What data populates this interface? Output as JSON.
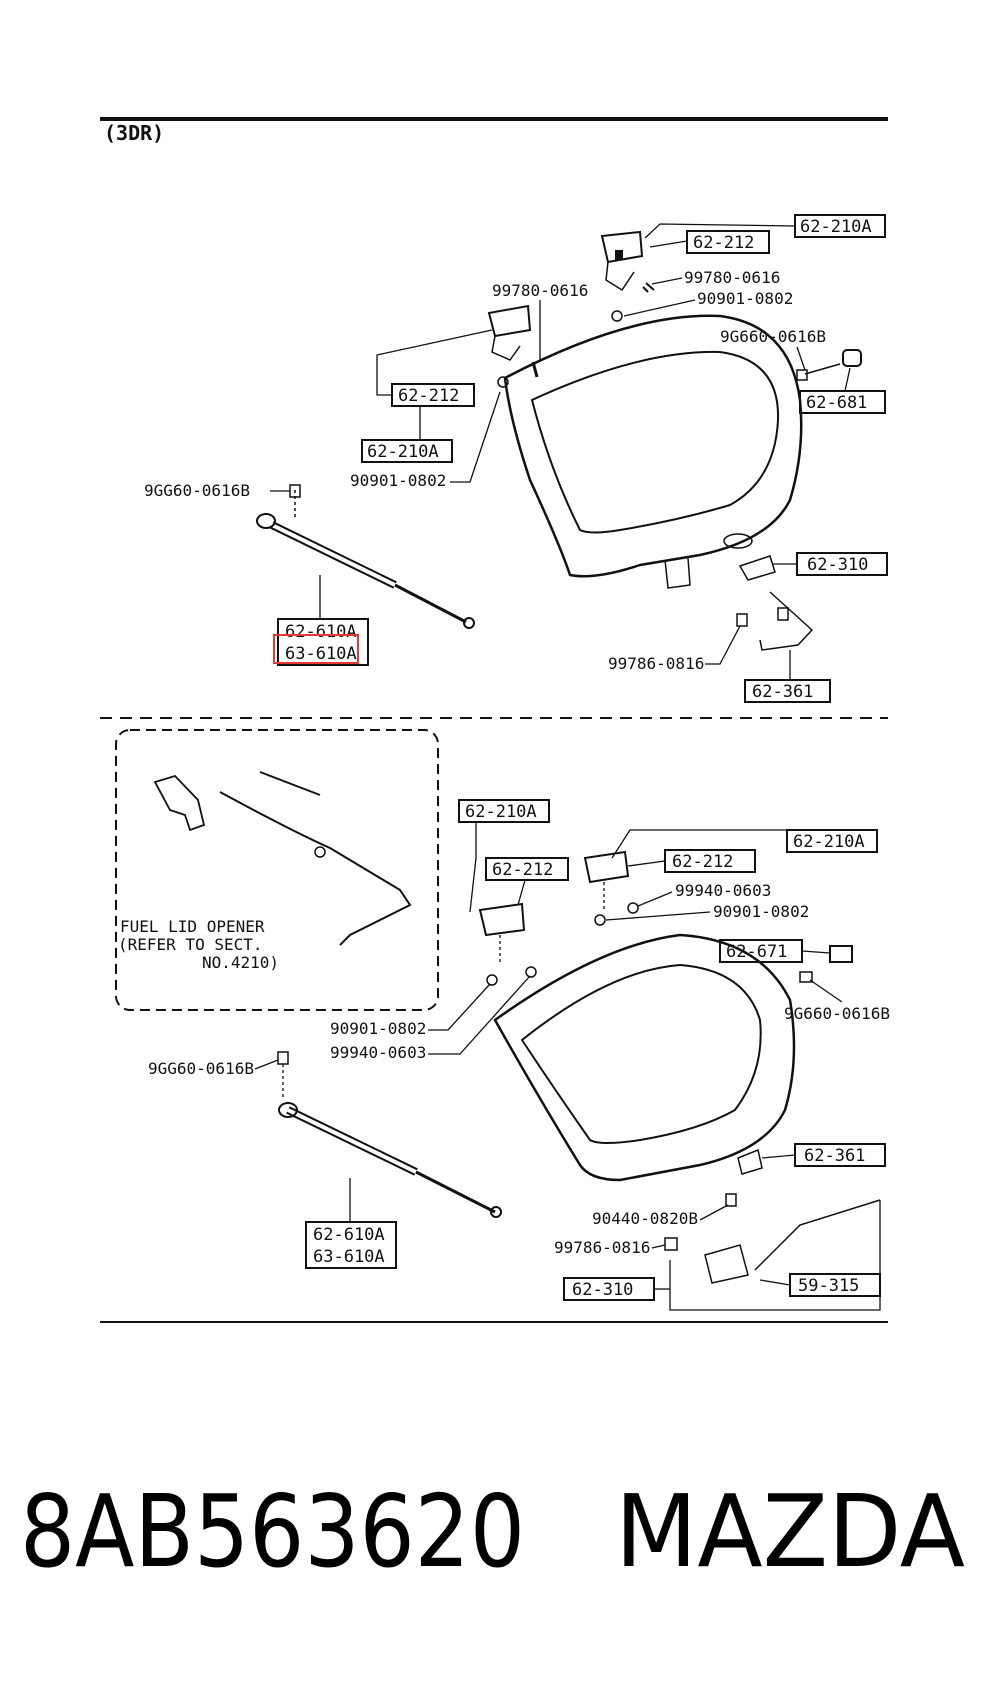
{
  "header": {
    "title": "(3DR)"
  },
  "top": {
    "labels": {
      "hinge_r_group": "62-210A",
      "hinge_r": "62-212",
      "bolt_r": "99780-0616",
      "nut_r": "90901-0802",
      "bolt_l": "99780-0616",
      "screw_bumper": "9G660-0616B",
      "bumper": "62-681",
      "hinge_l": "62-212",
      "hinge_l_group": "62-210A",
      "nut_l": "90901-0802",
      "screw_stay": "9GG60-0616B",
      "striker": "62-310",
      "stay_a": "62-610A",
      "stay_b": "63-610A",
      "latch_bolt": "99786-0816",
      "latch": "62-361"
    }
  },
  "bottom": {
    "fuel_lid": {
      "line1": "FUEL LID OPENER",
      "line2": "(REFER TO SECT.",
      "line3": "NO.4210)"
    },
    "labels": {
      "hinge_l_group": "62-210A",
      "hinge_l": "62-212",
      "hinge_r": "62-212",
      "hinge_r_group": "62-210A",
      "bolt_r": "99940-0603",
      "nut_r": "90901-0802",
      "stopper": "62-671",
      "screw_stopper": "9G660-0616B",
      "nut_l": "90901-0802",
      "bolt_l": "99940-0603",
      "screw_stay": "9GG60-0616B",
      "latch": "62-361",
      "latch_bolt": "90440-0820B",
      "stay_a": "62-610A",
      "stay_b": "63-610A",
      "striker_bolt": "99786-0816",
      "rod": "59-315",
      "striker": "62-310"
    }
  },
  "footer": {
    "part_number": "8AB563620",
    "brand": "MAZDA"
  },
  "highlight_color": "#e53935"
}
